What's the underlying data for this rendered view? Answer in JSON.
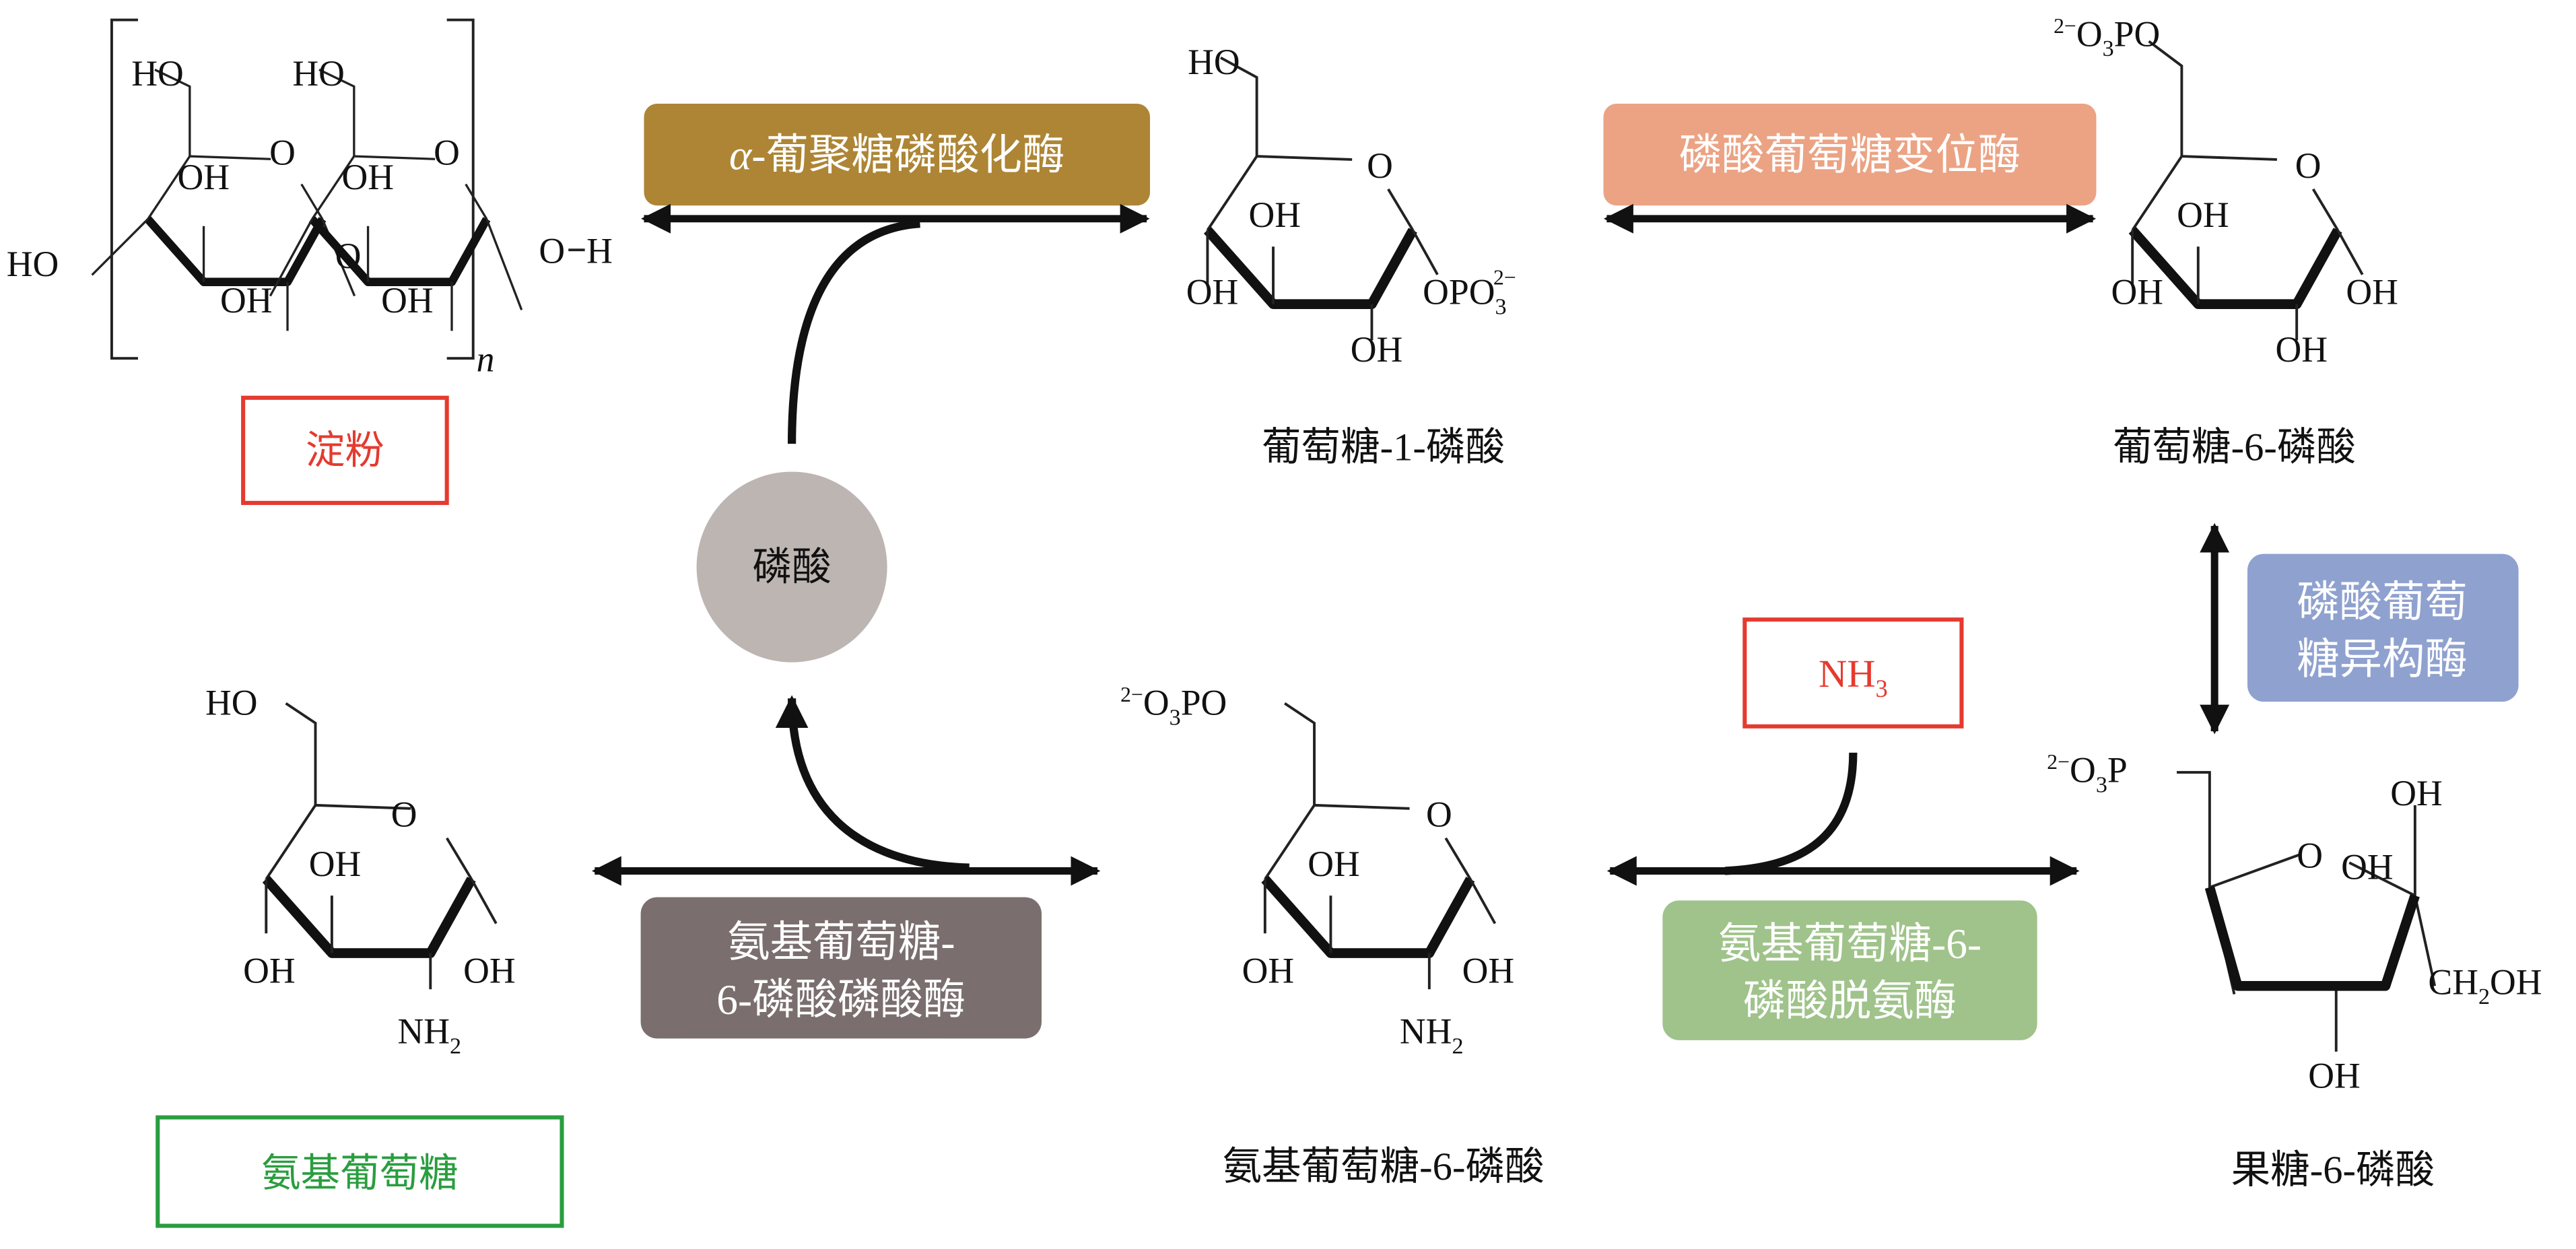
{
  "colors": {
    "enzyme1": "#ad8535",
    "enzyme2": "#eba384",
    "enzyme3": "#8fa1cf",
    "enzyme4": "#9fc38a",
    "enzyme5": "#7a6f6e",
    "phosphate": "#bdb5b2",
    "red": "#e53a2f",
    "green": "#2a9d3f"
  },
  "compounds": {
    "starch": {
      "name": "淀粉",
      "repeat": "n",
      "labels": [
        "HO",
        "HO",
        "HO",
        "OH",
        "OH",
        "OH",
        "OH",
        "O",
        "O",
        "O",
        "O",
        "H"
      ]
    },
    "g1p": {
      "name": "葡萄糖-1-磷酸",
      "labels": [
        "HO",
        "O",
        "OH",
        "OH",
        "OH",
        "OPO",
        "3",
        "2−"
      ]
    },
    "g6p": {
      "name": "葡萄糖-6-磷酸",
      "labels": [
        "2−",
        "O",
        "3",
        "PO",
        "O",
        "OH",
        "OH",
        "OH",
        "OH"
      ]
    },
    "f6p": {
      "name": "果糖-6-磷酸",
      "labels": [
        "2−",
        "O",
        "3",
        "P",
        "O",
        "OH",
        "OH",
        "OH",
        "CH",
        "2",
        "OH"
      ]
    },
    "glcn6p": {
      "name": "氨基葡萄糖-6-磷酸",
      "labels": [
        "2−",
        "O",
        "3",
        "PO",
        "O",
        "OH",
        "OH",
        "OH",
        "NH",
        "2"
      ]
    },
    "glcn": {
      "name": "氨基葡萄糖",
      "labels": [
        "HO",
        "O",
        "OH",
        "OH",
        "OH",
        "NH",
        "2"
      ]
    },
    "phosphate": {
      "name": "磷酸"
    },
    "nh3": {
      "name": "NH",
      "sub": "3"
    }
  },
  "enzymes": {
    "e1": {
      "prefix": "α",
      "label": "-葡聚糖磷酸化酶"
    },
    "e2": {
      "label": "磷酸葡萄糖变位酶"
    },
    "e3": {
      "line1": "磷酸葡萄",
      "line2": "糖异构酶"
    },
    "e4": {
      "line1": "氨基葡萄糖-6-",
      "line2": "磷酸脱氨酶"
    },
    "e5": {
      "line1": "氨基葡萄糖-",
      "line2": "6-磷酸磷酸酶"
    }
  }
}
